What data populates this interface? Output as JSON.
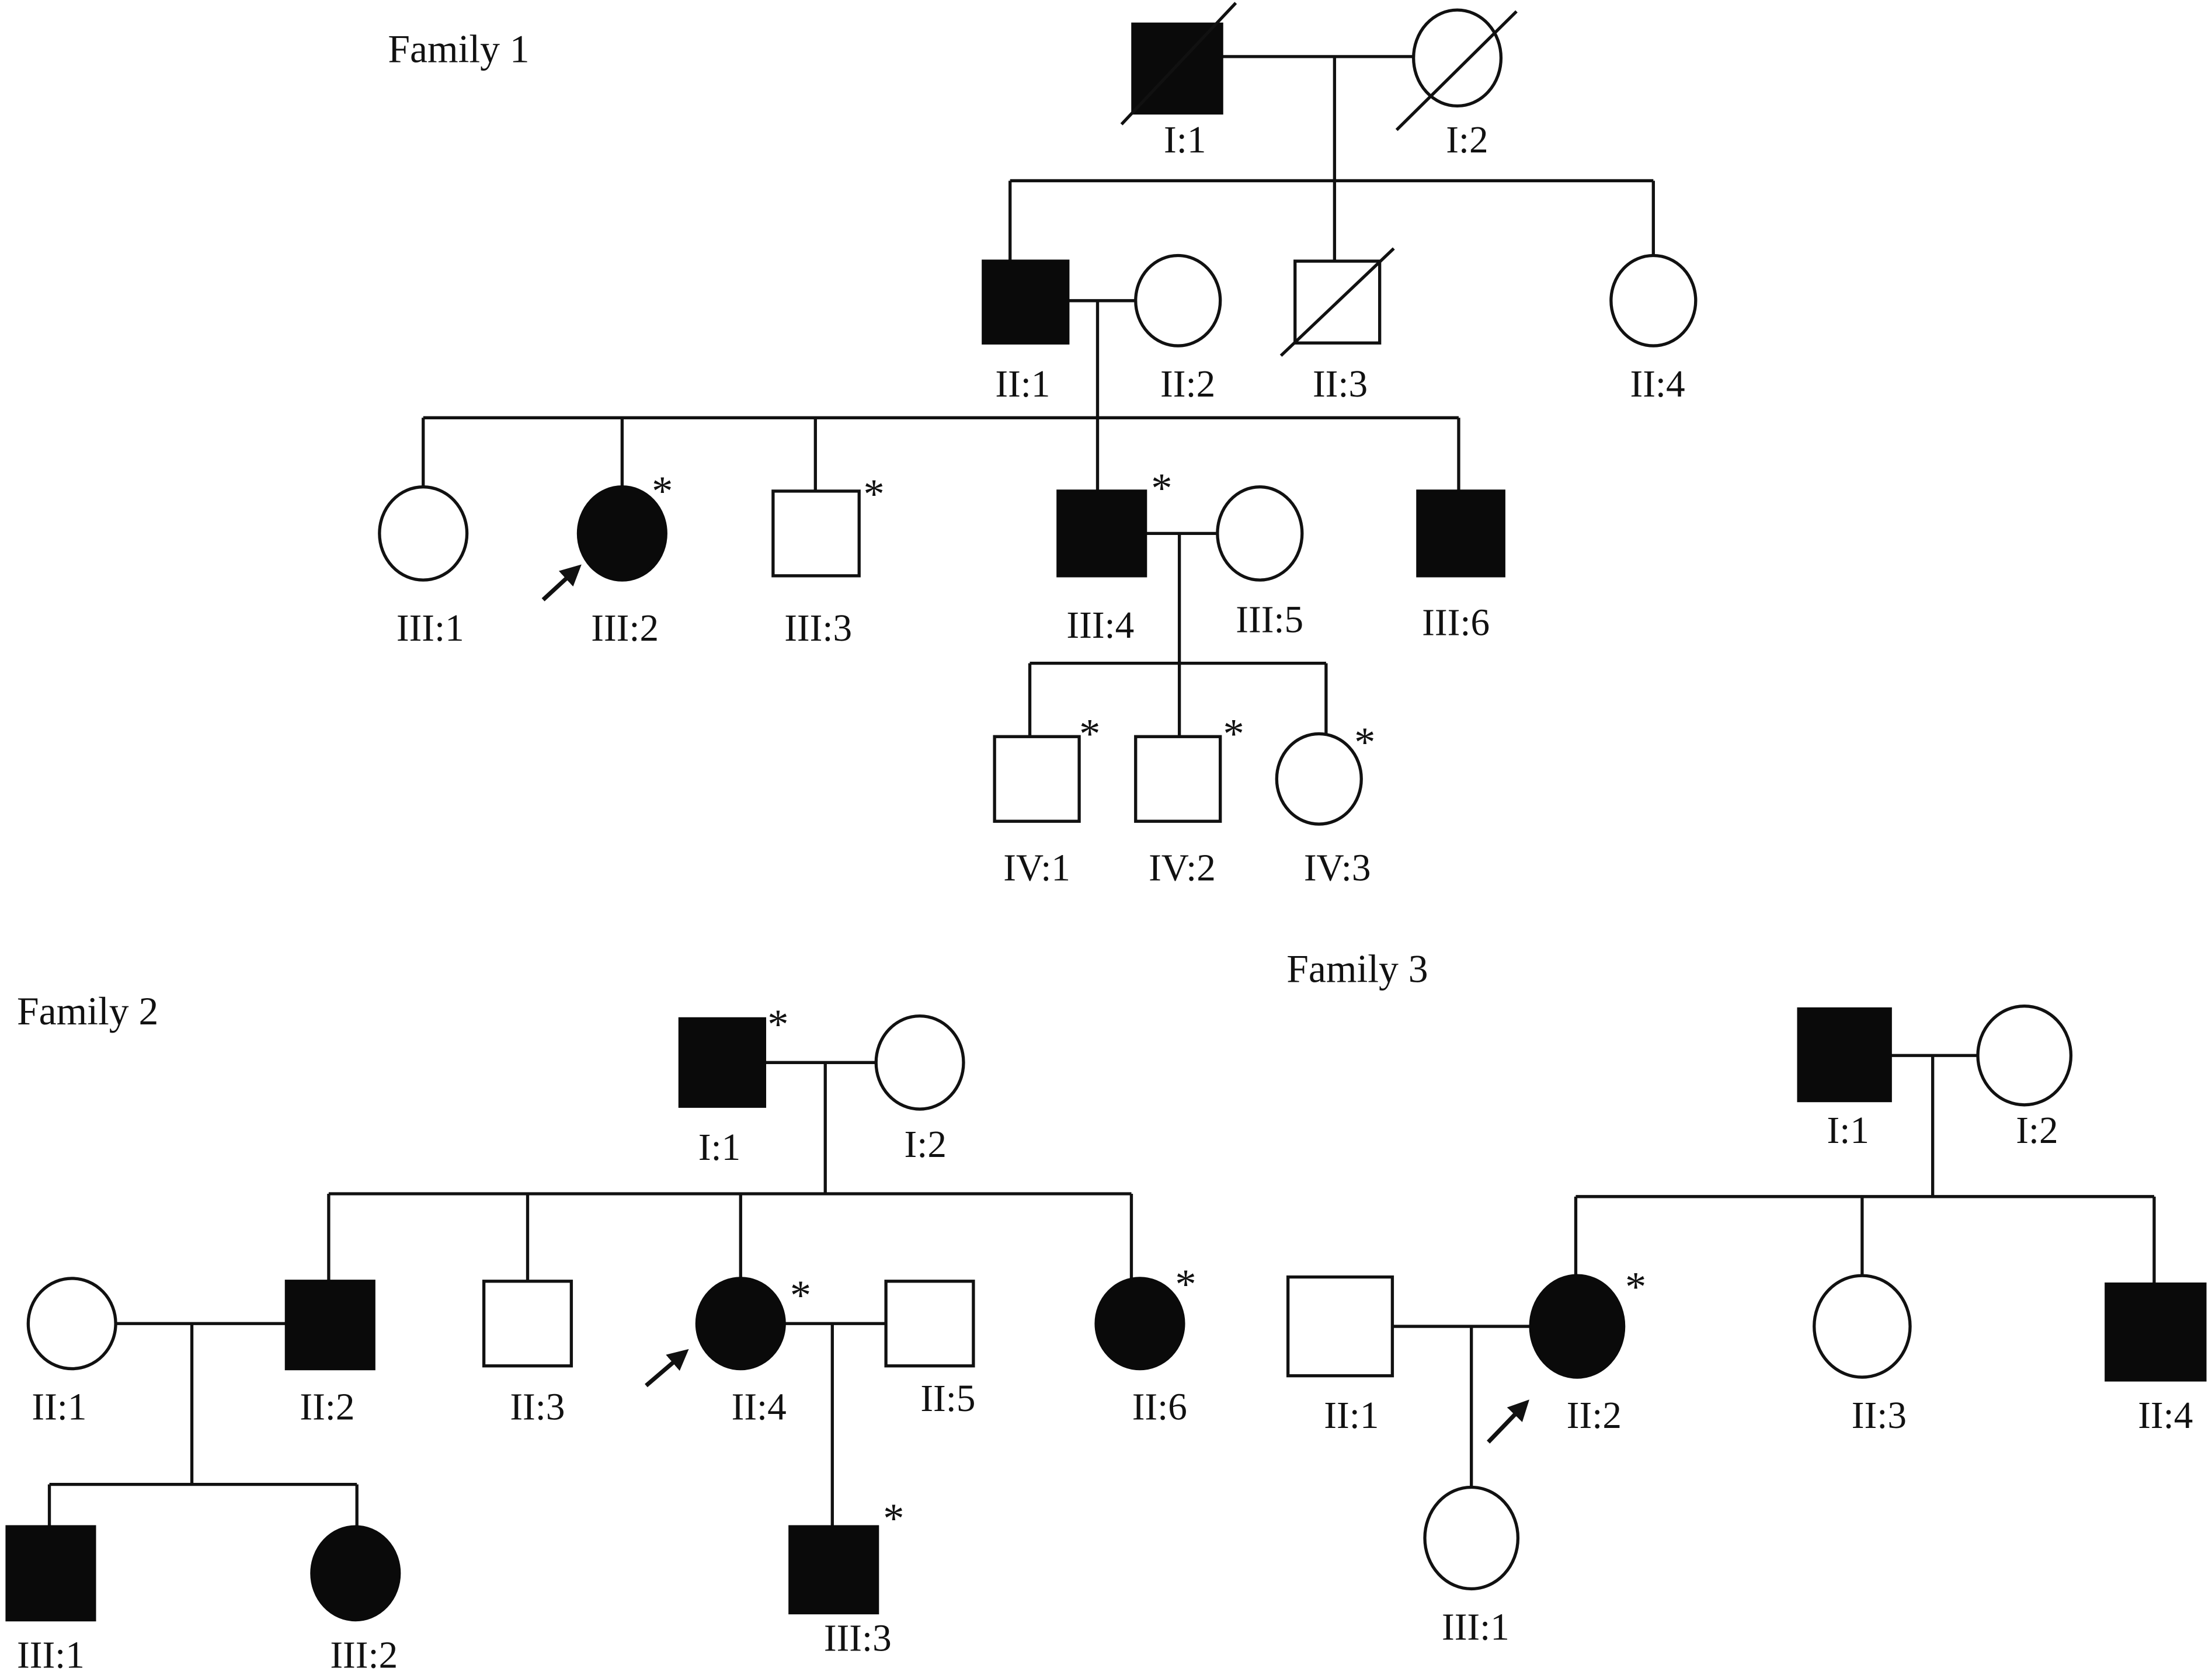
{
  "figure": {
    "legend_notes": {
      "filled_symbol": "affected",
      "open_symbol": "unaffected",
      "square": "male",
      "circle": "female",
      "slash": "deceased",
      "asterisk": "genotyped / tested",
      "arrow": "proband"
    },
    "families": [
      {
        "title": "Family 1",
        "individuals": [
          {
            "id": "I:1",
            "sex": "male",
            "affected": true,
            "deceased": true,
            "tested": false,
            "proband": false
          },
          {
            "id": "I:2",
            "sex": "female",
            "affected": false,
            "deceased": true,
            "tested": false,
            "proband": false
          },
          {
            "id": "II:1",
            "sex": "male",
            "affected": true,
            "deceased": false,
            "tested": false,
            "proband": false
          },
          {
            "id": "II:2",
            "sex": "female",
            "affected": false,
            "deceased": false,
            "tested": false,
            "proband": false
          },
          {
            "id": "II:3",
            "sex": "male",
            "affected": false,
            "deceased": true,
            "tested": false,
            "proband": false
          },
          {
            "id": "II:4",
            "sex": "female",
            "affected": false,
            "deceased": false,
            "tested": false,
            "proband": false
          },
          {
            "id": "III:1",
            "sex": "female",
            "affected": false,
            "deceased": false,
            "tested": false,
            "proband": false
          },
          {
            "id": "III:2",
            "sex": "female",
            "affected": true,
            "deceased": false,
            "tested": true,
            "proband": true
          },
          {
            "id": "III:3",
            "sex": "male",
            "affected": false,
            "deceased": false,
            "tested": true,
            "proband": false
          },
          {
            "id": "III:4",
            "sex": "male",
            "affected": true,
            "deceased": false,
            "tested": true,
            "proband": false
          },
          {
            "id": "III:5",
            "sex": "female",
            "affected": false,
            "deceased": false,
            "tested": false,
            "proband": false
          },
          {
            "id": "III:6",
            "sex": "male",
            "affected": true,
            "deceased": false,
            "tested": false,
            "proband": false
          },
          {
            "id": "IV:1",
            "sex": "male",
            "affected": false,
            "deceased": false,
            "tested": true,
            "proband": false
          },
          {
            "id": "IV:2",
            "sex": "male",
            "affected": false,
            "deceased": false,
            "tested": true,
            "proband": false
          },
          {
            "id": "IV:3",
            "sex": "female",
            "affected": false,
            "deceased": false,
            "tested": true,
            "proband": false
          }
        ],
        "couples": [
          [
            "I:1",
            "I:2"
          ],
          [
            "II:1",
            "II:2"
          ],
          [
            "III:4",
            "III:5"
          ]
        ]
      },
      {
        "title": "Family 2",
        "individuals": [
          {
            "id": "I:1",
            "sex": "male",
            "affected": true,
            "deceased": false,
            "tested": true,
            "proband": false
          },
          {
            "id": "I:2",
            "sex": "female",
            "affected": false,
            "deceased": false,
            "tested": false,
            "proband": false
          },
          {
            "id": "II:1",
            "sex": "female",
            "affected": false,
            "deceased": false,
            "tested": false,
            "proband": false
          },
          {
            "id": "II:2",
            "sex": "male",
            "affected": true,
            "deceased": false,
            "tested": false,
            "proband": false
          },
          {
            "id": "II:3",
            "sex": "male",
            "affected": false,
            "deceased": false,
            "tested": false,
            "proband": false
          },
          {
            "id": "II:4",
            "sex": "female",
            "affected": true,
            "deceased": false,
            "tested": true,
            "proband": true
          },
          {
            "id": "II:5",
            "sex": "male",
            "affected": false,
            "deceased": false,
            "tested": false,
            "proband": false
          },
          {
            "id": "II:6",
            "sex": "female",
            "affected": true,
            "deceased": false,
            "tested": true,
            "proband": false
          },
          {
            "id": "III:1",
            "sex": "male",
            "affected": true,
            "deceased": false,
            "tested": false,
            "proband": false
          },
          {
            "id": "III:2",
            "sex": "female",
            "affected": true,
            "deceased": false,
            "tested": false,
            "proband": false
          },
          {
            "id": "III:3",
            "sex": "male",
            "affected": true,
            "deceased": false,
            "tested": true,
            "proband": false
          }
        ],
        "couples": [
          [
            "I:1",
            "I:2"
          ],
          [
            "II:1",
            "II:2"
          ],
          [
            "II:4",
            "II:5"
          ]
        ]
      },
      {
        "title": "Family 3",
        "individuals": [
          {
            "id": "I:1",
            "sex": "male",
            "affected": true,
            "deceased": false,
            "tested": false,
            "proband": false
          },
          {
            "id": "I:2",
            "sex": "female",
            "affected": false,
            "deceased": false,
            "tested": false,
            "proband": false
          },
          {
            "id": "II:1",
            "sex": "male",
            "affected": false,
            "deceased": false,
            "tested": false,
            "proband": false
          },
          {
            "id": "II:2",
            "sex": "female",
            "affected": true,
            "deceased": false,
            "tested": true,
            "proband": true
          },
          {
            "id": "II:3",
            "sex": "female",
            "affected": false,
            "deceased": false,
            "tested": false,
            "proband": false
          },
          {
            "id": "II:4",
            "sex": "male",
            "affected": true,
            "deceased": false,
            "tested": false,
            "proband": false
          },
          {
            "id": "III:1",
            "sex": "female",
            "affected": false,
            "deceased": false,
            "tested": false,
            "proband": false
          }
        ],
        "couples": [
          [
            "I:1",
            "I:2"
          ],
          [
            "II:1",
            "II:2"
          ]
        ]
      }
    ],
    "asterisk": "*"
  }
}
